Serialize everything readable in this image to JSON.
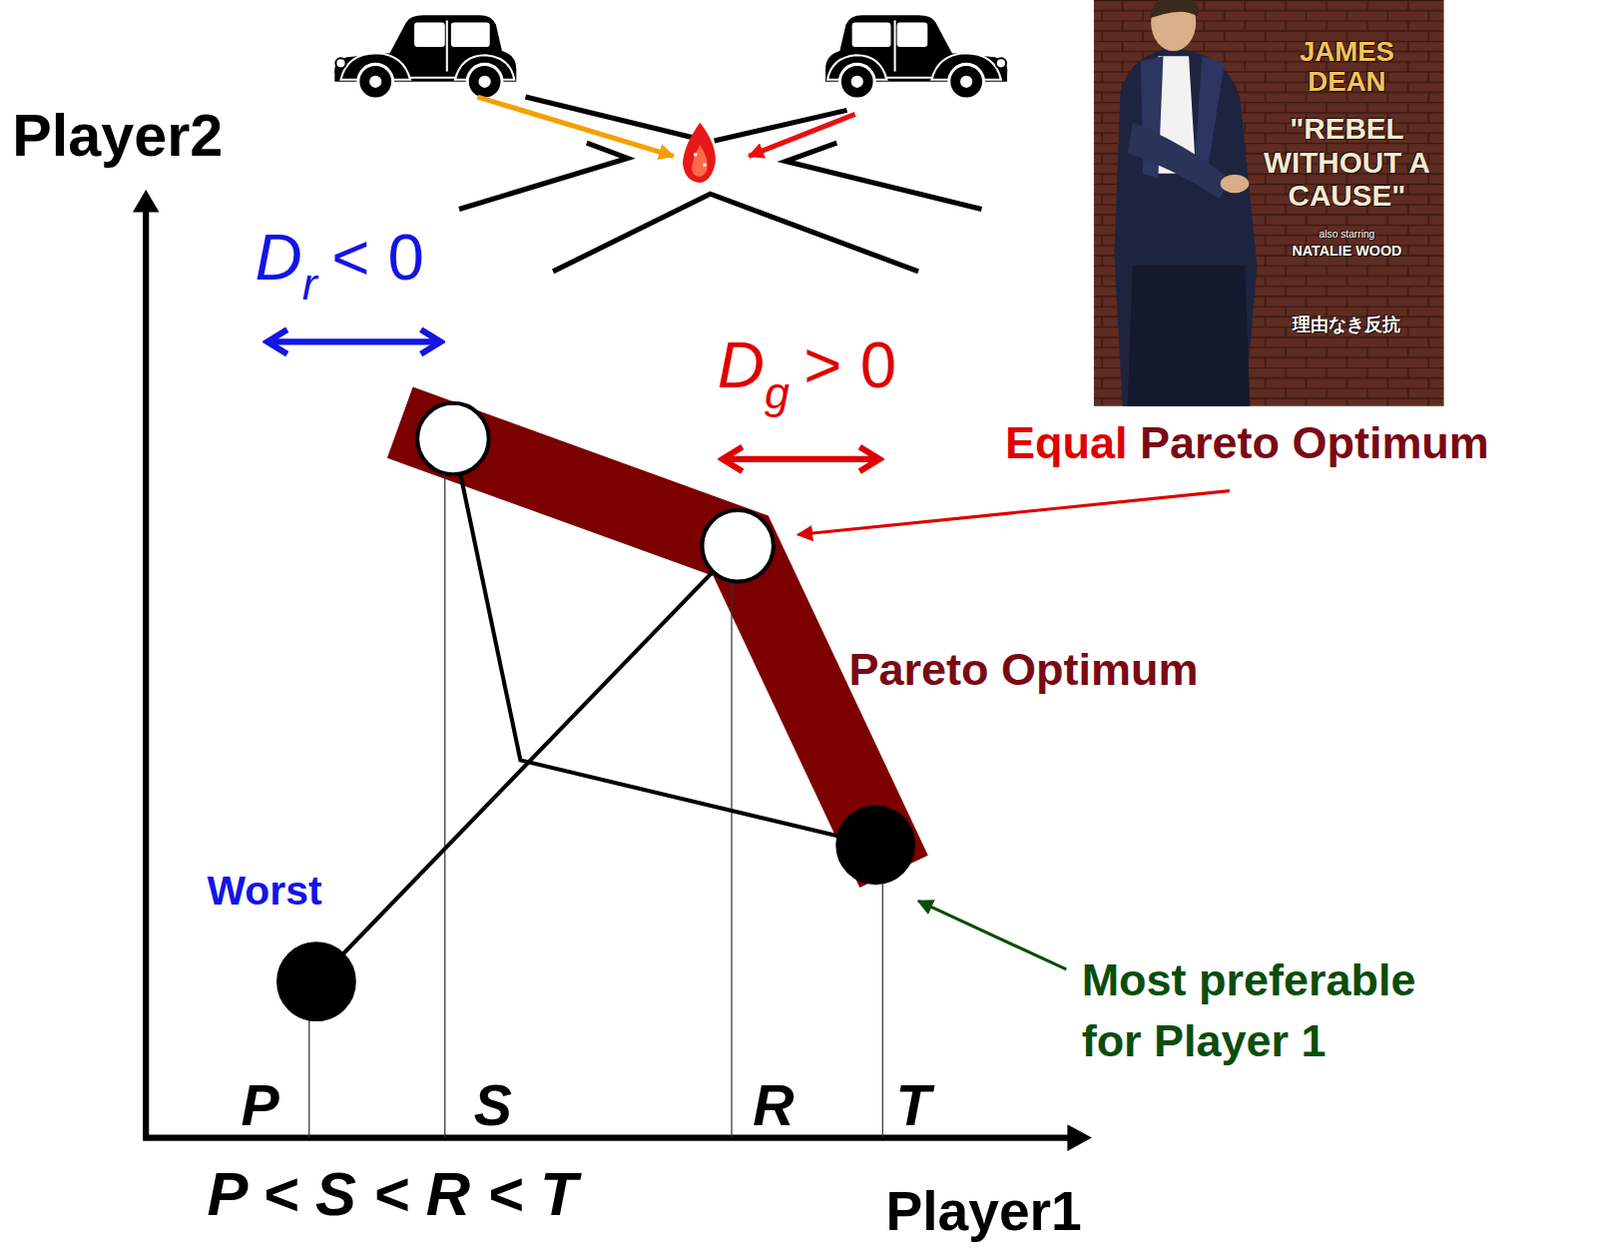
{
  "diagram": {
    "nodes": [
      {
        "text": [
          "JAMES DEAN",
          "\"REBEL WITHOUT A CAUSE\"",
          "also starring",
          "NATALIE WOOD",
          "理由なき反抗"
        ]
      }
    ],
    "labels": [
      "Player2",
      "D",
      "r",
      "< 0",
      "D",
      "g",
      "> 0",
      "Equal",
      "Pareto Optimum",
      "Pareto Optimum",
      "Worst",
      "Most preferable for Player 1",
      "P",
      "S",
      "R",
      "T",
      "P < S < R < T",
      "Player1"
    ]
  }
}
